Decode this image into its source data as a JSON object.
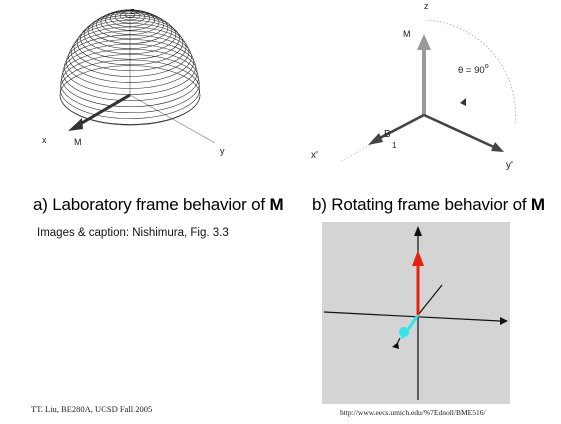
{
  "figure_a": {
    "axis_z": "z",
    "axis_x": "x",
    "axis_y": "y",
    "vector_label": "M",
    "caption_prefix": "a) Laboratory frame behavior of ",
    "caption_bold": "M"
  },
  "figure_b": {
    "axis_z": "z",
    "axis_x": "x'",
    "axis_y": "y'",
    "vector_label": "M",
    "theta_label": "θ = 90",
    "theta_superscript": "o",
    "b1_label": "B",
    "b1_subscript": "1",
    "caption_prefix": "b) Rotating frame behavior of ",
    "caption_bold": "M"
  },
  "credit": "Images & caption: Nishimura, Fig. 3.3",
  "footer": {
    "left": "TT. Liu, BE280A, UCSD Fall 2005",
    "right": "http://www.eecs.umich.edu/%7Ednoll/BME516/"
  },
  "colors": {
    "animation_background": "#d4d4d4",
    "magnetization_vector": "#e8220f",
    "b1_vector": "#2ee6e6"
  }
}
